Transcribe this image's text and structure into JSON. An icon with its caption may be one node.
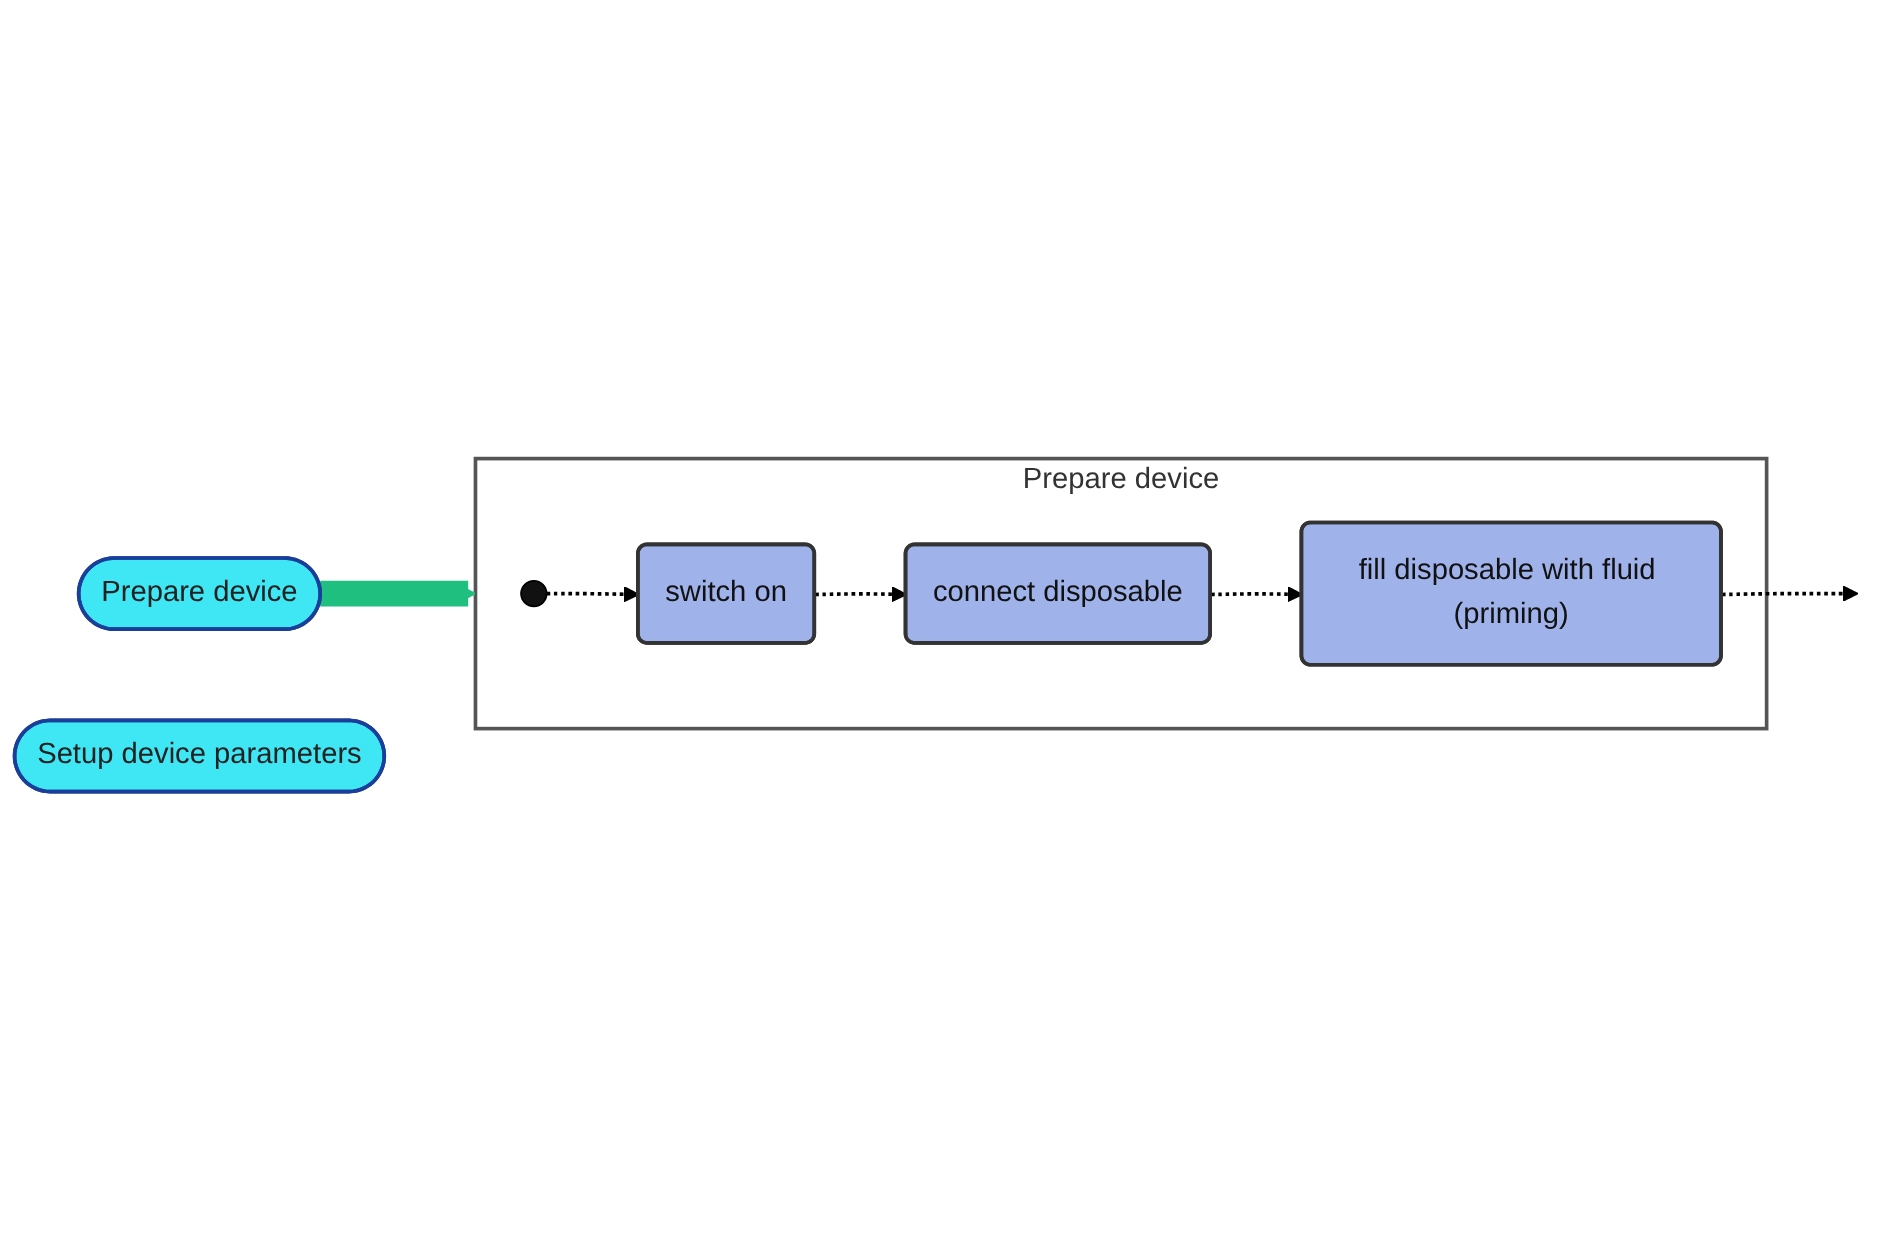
{
  "diagram": {
    "nodes": [
      {
        "text": [
          "Prepare device"
        ]
      },
      {
        "text": [
          "Setup device parameters"
        ]
      },
      {
        "text": [
          "Prepare device"
        ]
      },
      {
        "text": [],
        "shape": "circle",
        "in": 2
      },
      {
        "text": [
          "switch on"
        ],
        "in": 2
      },
      {
        "text": [
          "connect disposable"
        ],
        "in": 2
      },
      {
        "text": [
          "fill disposable with fluid (priming)"
        ],
        "in": 2
      }
    ],
    "edges": [
      {
        "from": 0,
        "to": 2,
        "arrow": "to",
        "style": "thick",
        "color": "#1fbf80"
      },
      {
        "from": 3,
        "to": 4,
        "arrow": "to",
        "style": "dashed"
      },
      {
        "from": 4,
        "to": 5,
        "arrow": "to",
        "style": "dashed"
      },
      {
        "from": 5,
        "to": 6,
        "arrow": "to",
        "style": "dashed"
      },
      {
        "from": 6,
        "to": null,
        "arrow": "to",
        "style": "dashed"
      }
    ]
  }
}
